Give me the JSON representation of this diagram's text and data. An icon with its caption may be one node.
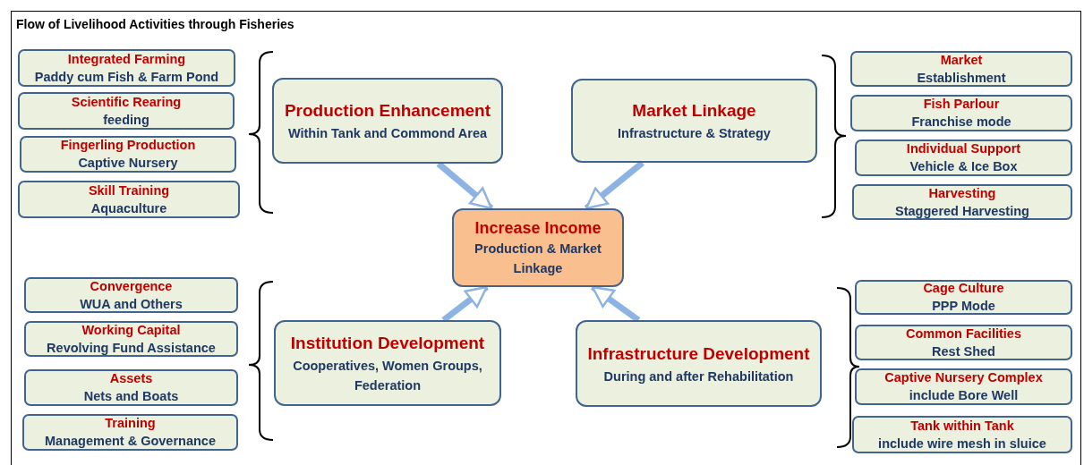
{
  "diagram": {
    "title": "Flow of Livelihood Activities through Fisheries",
    "nodes": [
      {
        "text": [
          "Integrated Farming",
          "Paddy cum Fish & Farm Pond"
        ]
      },
      {
        "text": [
          "Scientific Rearing",
          "feeding"
        ]
      },
      {
        "text": [
          "Fingerling Production",
          "Captive Nursery"
        ]
      },
      {
        "text": [
          "Skill Training",
          "Aquaculture"
        ]
      },
      {
        "text": [
          "Production Enhancement",
          "Within Tank and Commond Area"
        ]
      },
      {
        "text": [
          "Market Linkage",
          "Infrastructure & Strategy"
        ]
      },
      {
        "text": [
          "Market",
          "Establishment"
        ]
      },
      {
        "text": [
          "Fish Parlour",
          "Franchise mode"
        ]
      },
      {
        "text": [
          "Individual Support",
          "Vehicle & Ice Box"
        ]
      },
      {
        "text": [
          "Harvesting",
          "Staggered Harvesting"
        ]
      },
      {
        "text": [
          "Increase Income",
          "Production & Market Linkage"
        ]
      },
      {
        "text": [
          "Convergence",
          "WUA and Others"
        ]
      },
      {
        "text": [
          "Working Capital",
          "Revolving Fund Assistance"
        ]
      },
      {
        "text": [
          "Assets",
          "Nets and Boats"
        ]
      },
      {
        "text": [
          "Training",
          "Management & Governance"
        ]
      },
      {
        "text": [
          "Institution Development",
          "Cooperatives, Women Groups, Federation"
        ]
      },
      {
        "text": [
          "Infrastructure Development",
          "During and after Rehabilitation"
        ]
      },
      {
        "text": [
          "Cage Culture",
          "PPP Mode"
        ]
      },
      {
        "text": [
          "Common Facilities",
          "Rest Shed"
        ]
      },
      {
        "text": [
          "Captive Nursery Complex",
          "include Bore Well"
        ]
      },
      {
        "text": [
          "Tank within Tank",
          "include wire mesh in sluice"
        ]
      }
    ],
    "edges": [
      {
        "from": 4,
        "to": 10,
        "arrow": "to"
      },
      {
        "from": 5,
        "to": 10,
        "arrow": "to"
      },
      {
        "from": 15,
        "to": 10,
        "arrow": "to"
      },
      {
        "from": 16,
        "to": 10,
        "arrow": "to"
      }
    ]
  }
}
